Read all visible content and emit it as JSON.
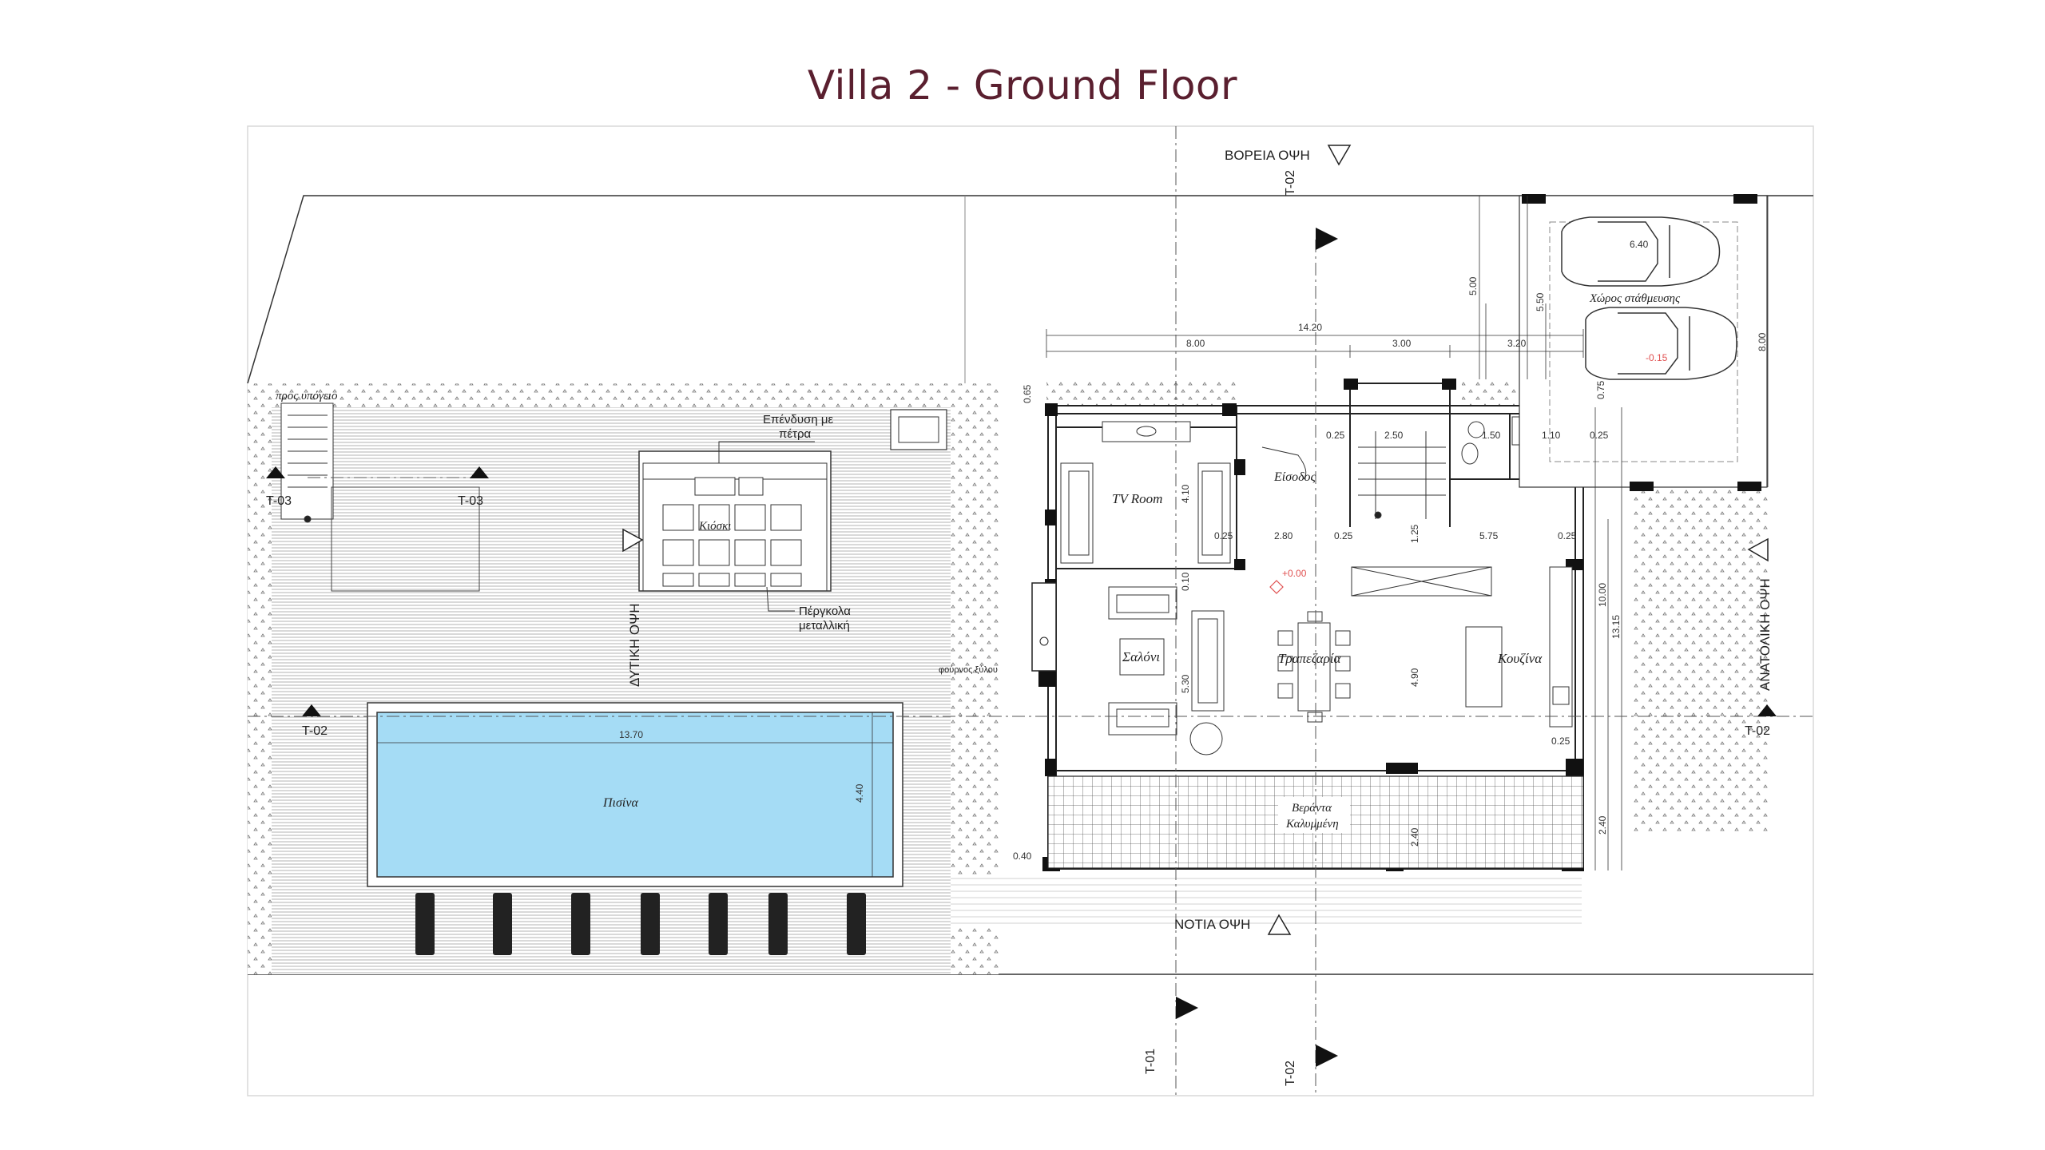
{
  "title": "Villa 2 - Ground Floor",
  "elevations": {
    "north": "ΒΟΡΕΙΑ ΟΨΗ",
    "south": "ΝΟΤΙΑ ΟΨΗ",
    "west": "ΔΥΤΙΚΗ ΟΨΗ",
    "east": "ΑΝΑΤΟΛΙΚΗ ΟΨΗ"
  },
  "sections": {
    "t01": "T-01",
    "t02": "T-02",
    "t03": "T-03"
  },
  "rooms": {
    "tv_room": "TV Room",
    "entrance": "Είσοδος",
    "living": "Σαλόνι",
    "dining": "Τραπεζαρία",
    "kitchen": "Κουζίνα",
    "veranda_l1": "Βεράντα",
    "veranda_l2": "Καλυμμένη",
    "pool": "Πισίνα",
    "kiosk": "Κιόσκι",
    "parking": "Χώρος στάθμευσης"
  },
  "notes": {
    "stone_l1": "Επένδυση με",
    "stone_l2": "πέτρα",
    "pergola_l1": "Πέργκολα",
    "pergola_l2": "μεταλλική",
    "to_basement": "προς υπόγειο",
    "fireplace": "φούρνος ξύλου",
    "level_ground": "+0.00",
    "level_parking": "-0.15"
  },
  "dimensions": {
    "overall_width": "14.20",
    "seg1": "8.00",
    "seg2": "3.00",
    "seg3": "3.20",
    "car_len": "6.40",
    "park_5": "5.00",
    "park_550": "5.50",
    "park_8": "8.00",
    "h_1315": "13.15",
    "h_1000": "10.00",
    "h_240": "2.40",
    "pool_len": "13.70",
    "pool_wid": "4.40",
    "tv_h": "4.10",
    "liv_h": "5.30",
    "din_h": "4.90",
    "d280": "2.80",
    "d575": "5.75",
    "d250": "2.50",
    "d150": "1.50",
    "d110": "1.10",
    "d025": "0.25",
    "d040": "0.40",
    "d065": "0.65",
    "d075": "0.75",
    "d010": "0.10",
    "d240b": "2.40",
    "d125": "1.25"
  }
}
